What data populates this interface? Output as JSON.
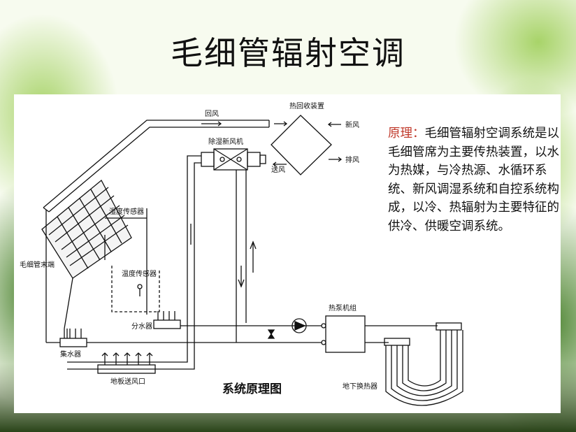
{
  "title": "毛细管辐射空调",
  "description": {
    "label": "原理：",
    "text": "毛细管辐射空调系统是以毛细管席为主要传热装置，以水为热媒，与冷热源、水循环系统、新风调湿系统和自控系统构成，以冷、热辐射为主要特征的供冷、供暖空调系统。"
  },
  "diagram": {
    "caption": "系统原理图",
    "labels": {
      "return_air": "回风",
      "heat_recovery": "热回收装置",
      "fresh_air_1": "新风",
      "exhaust_air": "排风",
      "supply_air": "送风",
      "dehumid_unit": "除湿新风机",
      "humidity_sensor": "湿度传感器",
      "capillary_end": "毛细管末端",
      "temp_sensor": "温度传感器",
      "distributor": "分水器",
      "collector": "集水器",
      "floor_supply": "地板送风口",
      "heat_pump": "热泵机组",
      "ground_exchanger": "地下换热器"
    }
  },
  "colors": {
    "description_label": "#c0392b",
    "line": "#111111"
  }
}
